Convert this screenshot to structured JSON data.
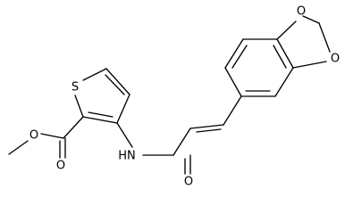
{
  "molecule": {
    "atoms": {
      "thiophene_s": "S",
      "ester_carbonyl_o": "O",
      "ester_ether_o": "O",
      "amide_nh": "HN",
      "amide_o": "O",
      "dioxole_o_upper": "O",
      "dioxole_o_lower": "O"
    }
  }
}
